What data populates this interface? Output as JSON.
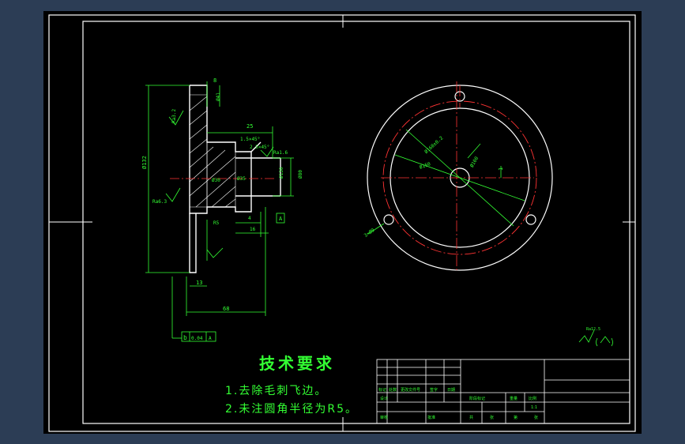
{
  "colors": {
    "background": "#2c3d55",
    "sheet": "#000000",
    "outline": "#ffffff",
    "dimension": "#33ff33",
    "centerline": "#ff3333"
  },
  "dimensions": {
    "d_top": "8",
    "d_top2": "Ø41",
    "d_25": "25",
    "d_chamfer1": "1.5×45°",
    "d_chamfer2": "2.5×45°",
    "d_phi130": "Ø130",
    "d_phi80": "Ø80",
    "d_phi35": "Ø35",
    "d_phi30": "Ø30",
    "d_4": "4",
    "d_16": "16",
    "d_r5": "R5",
    "d_13": "13",
    "d_68": "68",
    "d_left": "Ø132",
    "d_ra32": "Ra3.2",
    "d_ra16": "Ra1.6",
    "d_ra63": "Ra6.3",
    "d_datum_a": "A",
    "d_pcd": "Ø160±0.2",
    "d_hole": "3×Ø9",
    "d_mid": "Ø150",
    "d_inner": "Ø100",
    "d_1": "1",
    "d_surface": "Ra12.5"
  },
  "tolerance_frame": [
    "b",
    "0.04",
    "A"
  ],
  "technical_requirements": {
    "title": "技术要求",
    "items": [
      "1.去除毛刺飞边。",
      "2.未注圆角半径为R5。"
    ]
  },
  "title_block": {
    "header_cells": [
      "标记",
      "处数",
      "更改文件号",
      "签字",
      "日期"
    ],
    "row_labels": [
      "设计",
      "审核"
    ],
    "approval": "批准",
    "stage": [
      "阶段标记",
      "重量",
      "比例"
    ],
    "scale": "1:1",
    "sheet": [
      "共",
      "张",
      "第",
      "张"
    ]
  }
}
